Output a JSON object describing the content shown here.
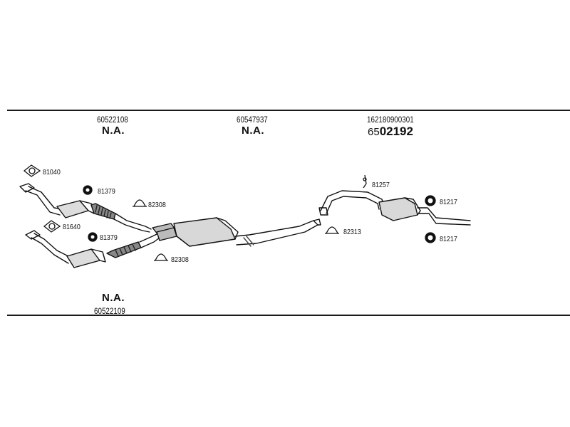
{
  "columns": {
    "left": {
      "part_number": "60522108",
      "status": "N.A."
    },
    "middle": {
      "part_number": "60547937",
      "status": "N.A."
    },
    "right": {
      "part_number": "162180900301",
      "order_prefix": "65",
      "order_main": "02192"
    }
  },
  "bottom_label": {
    "status": "N.A.",
    "part_number": "60522109"
  },
  "callouts": {
    "gasket_upper": "81040",
    "gasket_lower": "81640",
    "rubber_upper": "81379",
    "rubber_lower": "81379",
    "clamp_upper": "82308",
    "clamp_lower": "82308",
    "clamp_middle": "82313",
    "hanger_rear": "81257",
    "ring_rear_upper": "81217",
    "ring_rear_lower": "81217"
  },
  "icons": {
    "gasket": "gasket-icon",
    "rubber": "rubber-mount-icon",
    "clamp": "clamp-icon",
    "hanger": "hanger-icon",
    "ring": "ring-icon"
  }
}
